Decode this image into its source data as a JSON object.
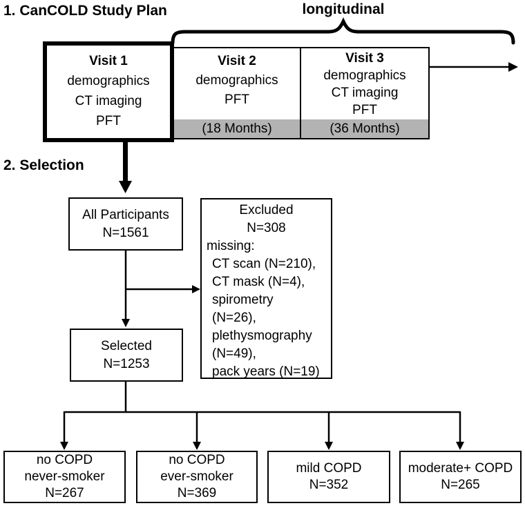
{
  "colors": {
    "ink": "#000000",
    "band_gray": "#b3b3b3",
    "background": "#ffffff"
  },
  "section1": {
    "heading": "1. CanCOLD Study Plan",
    "brace_label": "longitudinal",
    "visit1": {
      "title": "Visit 1",
      "line1": "demographics",
      "line2": "CT imaging",
      "line3": "PFT"
    },
    "visit2": {
      "title": "Visit 2",
      "line1": "demographics",
      "line2": "PFT",
      "months": "(18 Months)"
    },
    "visit3": {
      "title": "Visit 3",
      "line1": "demographics",
      "line2": "CT imaging",
      "line3": "PFT",
      "months": "(36 Months)"
    }
  },
  "section2": {
    "heading": "2. Selection",
    "all_participants": {
      "line1": "All Participants",
      "line2": "N=1561"
    },
    "excluded": {
      "title": "Excluded",
      "count": "N=308",
      "intro": "missing:",
      "item1": "CT scan (N=210),",
      "item2": "CT mask (N=4),",
      "item3": "spirometry",
      "item4": "(N=26),",
      "item5": "plethysmography",
      "item6": "(N=49),",
      "item7": "pack years (N=19)"
    },
    "selected": {
      "line1": "Selected",
      "line2": "N=1253"
    },
    "group1": {
      "line1": "no COPD",
      "line2": "never-smoker",
      "line3": "N=267"
    },
    "group2": {
      "line1": "no COPD",
      "line2": "ever-smoker",
      "line3": "N=369"
    },
    "group3": {
      "line1": "mild COPD",
      "line2": "N=352"
    },
    "group4": {
      "line1": "moderate+ COPD",
      "line2": "N=265"
    }
  }
}
